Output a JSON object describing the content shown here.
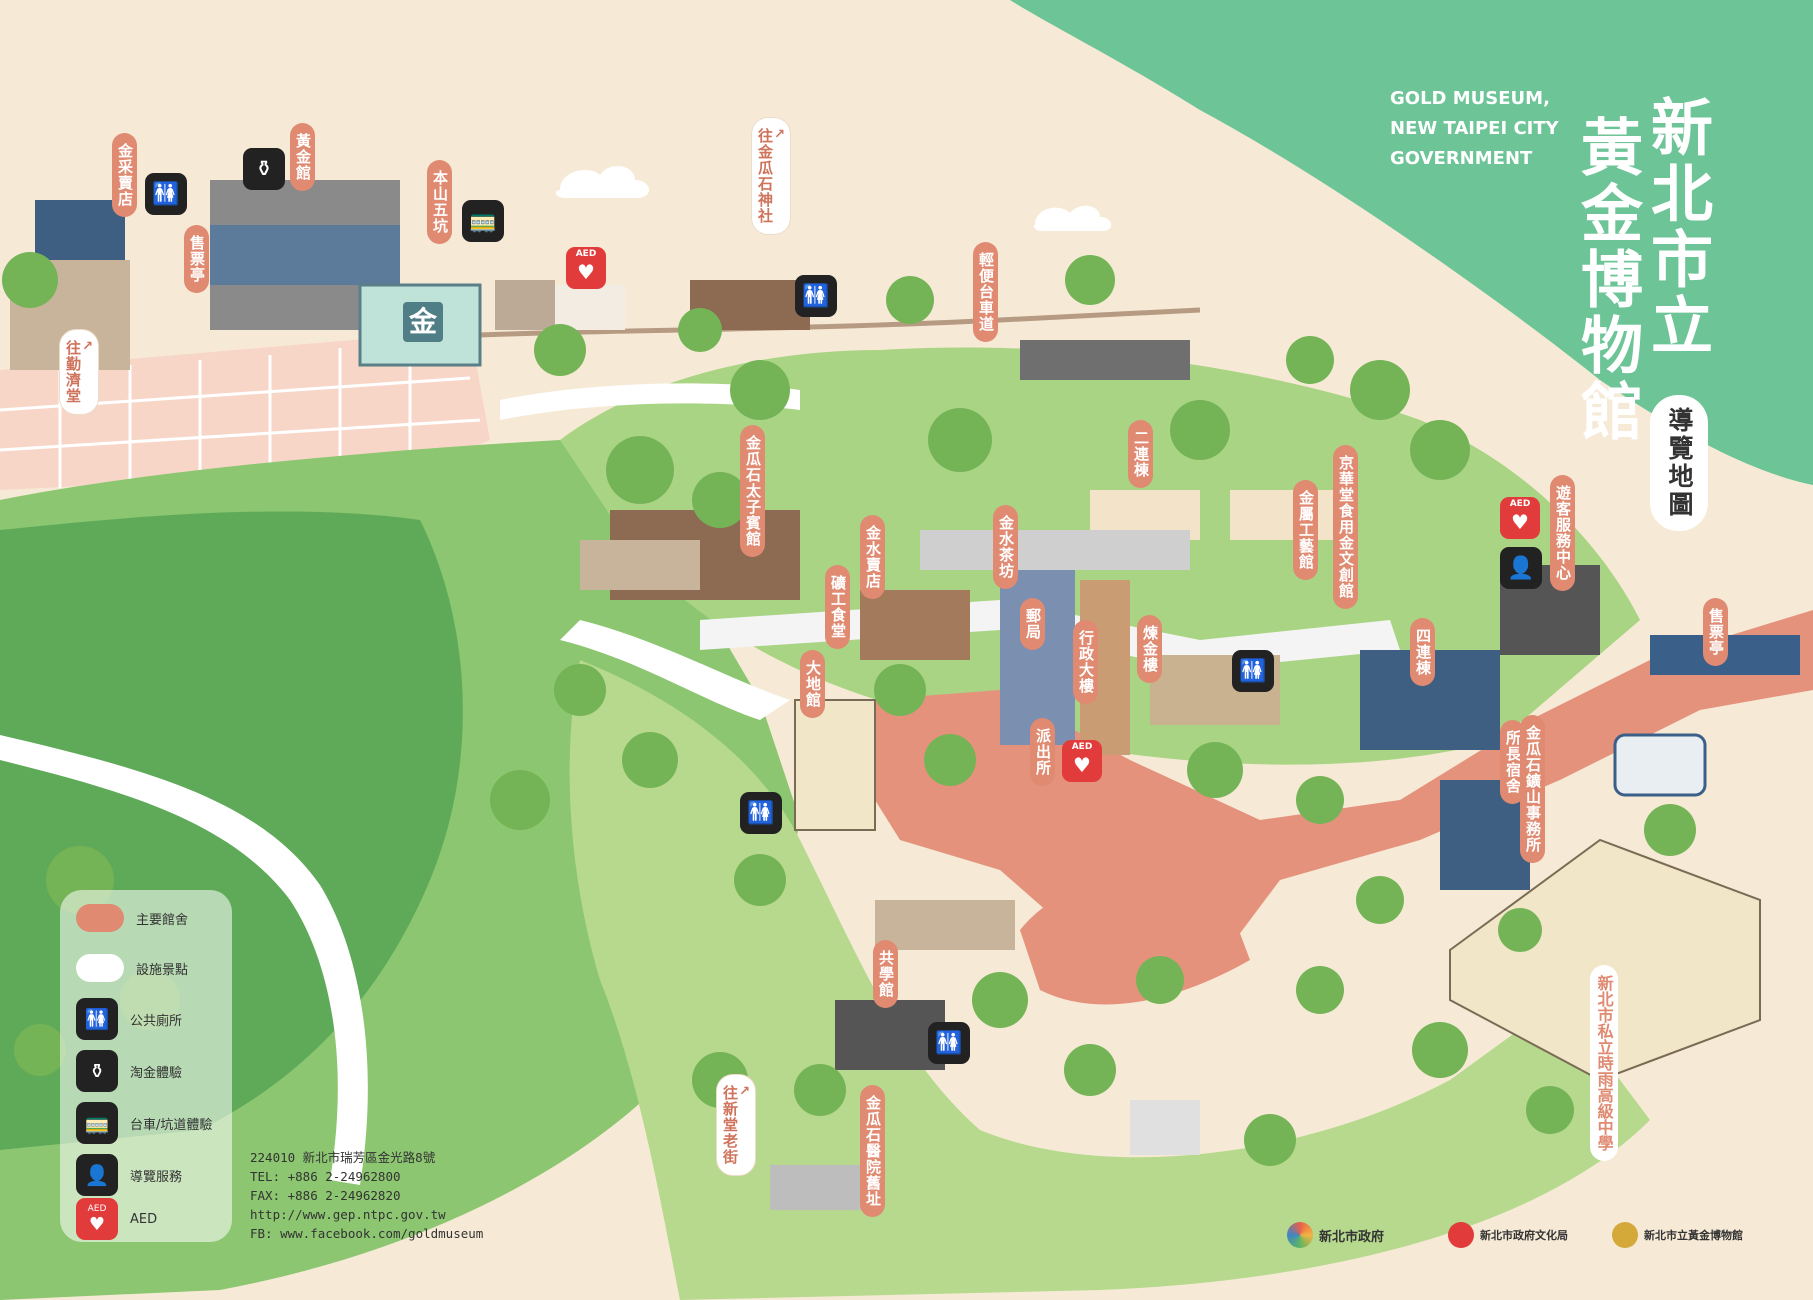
{
  "title": {
    "zh_main": "新北市立黃金博物館",
    "zh_col1": "新北市立",
    "zh_col2": "黃金博物館",
    "en_line1": "GOLD MUSEUM,",
    "en_line2": "NEW TAIPEI CITY",
    "en_line3": "GOVERNMENT",
    "subtitle": "導覽地圖"
  },
  "colors": {
    "main_hall": "#e08a72",
    "facility": "#ffffff",
    "green_band": "#6cc497",
    "road": "#e5927c",
    "grass": "#8cc671",
    "forest": "#5faa58"
  },
  "labels": {
    "jincai_store": "金采賣店",
    "ticket_booth": "售票亭",
    "gold_building": "黃金館",
    "benshan_tunnel": "本山五坑",
    "light_rail": "輕便台車道",
    "crown_prince_chalet": "金瓜石太子賓館",
    "jinshui_store": "金水賣店",
    "miners_canteen": "礦工食堂",
    "dadi_hall": "大地館",
    "jinshui_teahouse": "金水茶坊",
    "post_office": "郵局",
    "admin_building": "行政大樓",
    "police_station": "派出所",
    "refining_building": "煉金樓",
    "second_row": "二連棟",
    "metal_crafts": "金屬工藝館",
    "jinghua_hall": "京華堂食用金文創館",
    "fourth_row": "四連棟",
    "visitor_center": "遊客服務中心",
    "ticket_booth_2": "售票亭",
    "director_dorm": "所長宿舍",
    "mining_office": "金瓜石鑛山事務所",
    "gongxue_hall": "共學館",
    "old_hospital": "金瓜石醫院舊址",
    "shiyu_school": "新北市私立時雨高級中學"
  },
  "directions": {
    "to_qinjitang": "往勤濟堂",
    "to_shrine": "往金瓜石神社",
    "to_old_street": "往新堂老街"
  },
  "icons": {
    "restroom": "restroom-icon",
    "gold_panning": "gold-panning-icon",
    "trolley": "trolley-icon",
    "guide": "guide-icon",
    "aed": "aed-icon",
    "aed_text": "AED",
    "restroom_glyph": "🚻",
    "panning_glyph": "⚱",
    "trolley_glyph": "🚃",
    "guide_glyph": "👤",
    "aed_glyph": "♥",
    "gold_sign": "金"
  },
  "legend": {
    "main_hall": "主要館舍",
    "facility": "設施景點",
    "restroom": "公共廁所",
    "gold_panning": "淘金體驗",
    "trolley": "台車/坑道體驗",
    "guide": "導覽服務",
    "aed": "AED"
  },
  "contact": {
    "address": "224010 新北市瑞芳區金光路8號",
    "tel": "TEL: +886 2-24962800",
    "fax": "FAX: +886 2-24962820",
    "web": "http://www.gep.ntpc.gov.tw",
    "fb": "FB: www.facebook.com/goldmuseum"
  },
  "logos": {
    "ntpc": "新北市政府",
    "culture": "新北市政府文化局",
    "museum": "新北市立黃金博物館"
  }
}
